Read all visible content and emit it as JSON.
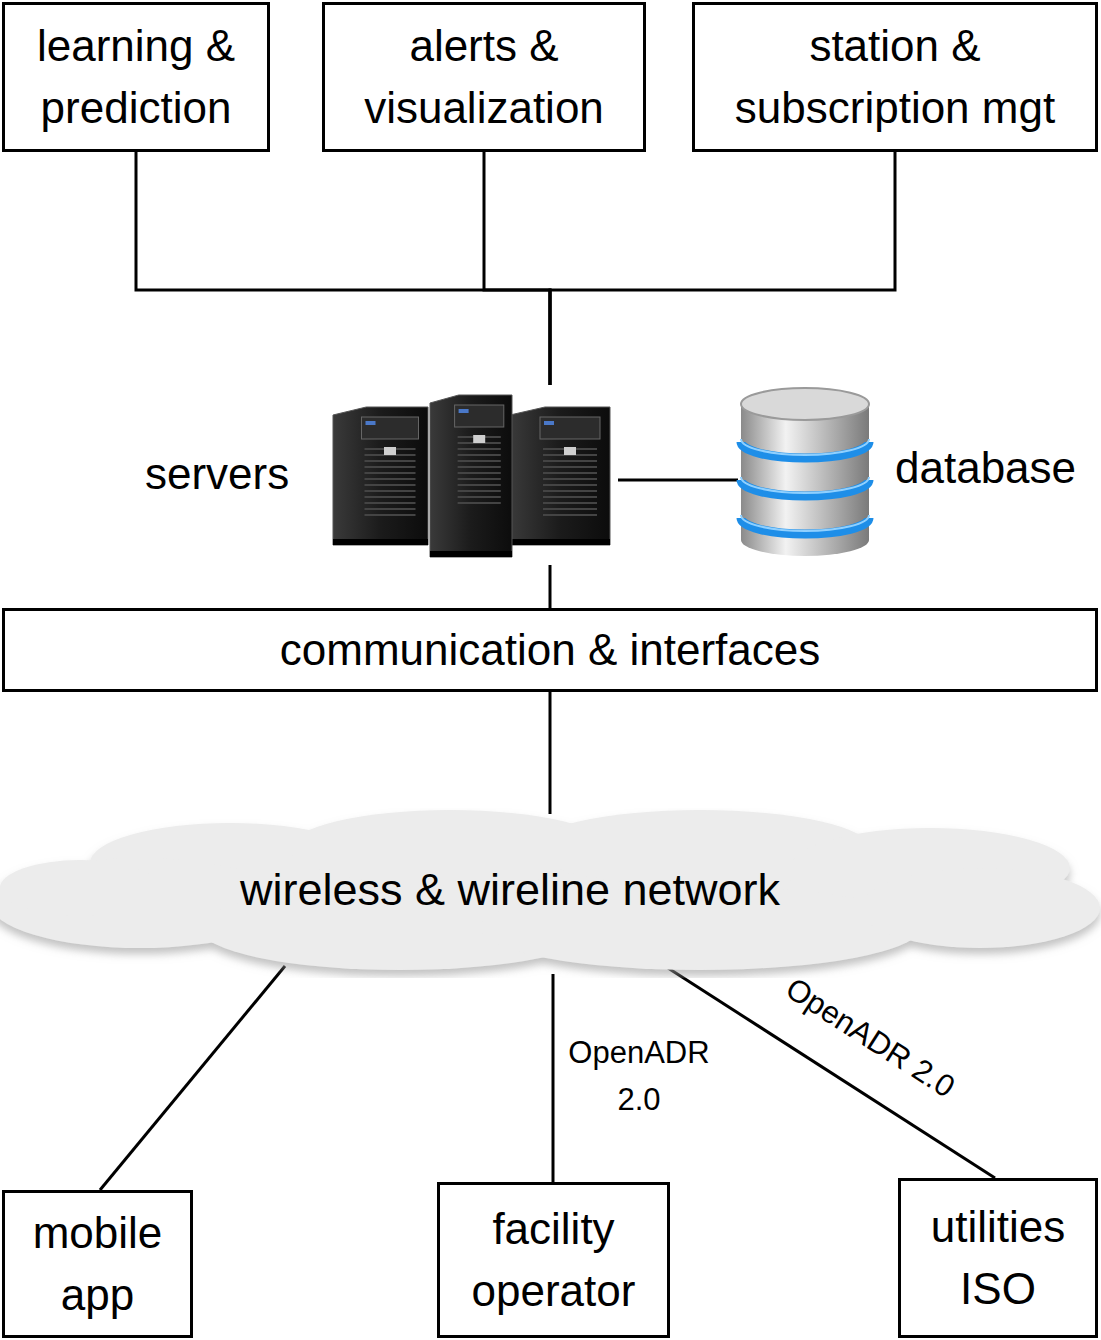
{
  "diagram": {
    "nodes": [
      {
        "text": [
          "learning & prediction"
        ]
      },
      {
        "text": [
          "alerts & visualization"
        ]
      },
      {
        "text": [
          "station & subscription mgt"
        ]
      },
      {
        "text": [
          "servers"
        ]
      },
      {
        "text": [
          "database"
        ]
      },
      {
        "text": [
          "communication & interfaces"
        ]
      },
      {
        "text": [
          "wireless & wireline network"
        ]
      },
      {
        "text": [
          "mobile app"
        ]
      },
      {
        "text": [
          "facility operator"
        ]
      },
      {
        "text": [
          "utilities ISO"
        ]
      }
    ],
    "edges": [
      {
        "from": 0,
        "to": 3,
        "arrow": "none"
      },
      {
        "from": 1,
        "to": 3,
        "arrow": "none"
      },
      {
        "from": 2,
        "to": 3,
        "arrow": "none"
      },
      {
        "from": 3,
        "to": 4,
        "arrow": "none"
      },
      {
        "from": 3,
        "to": 5,
        "arrow": "none"
      },
      {
        "from": 5,
        "to": 6,
        "arrow": "none"
      },
      {
        "from": 6,
        "to": 7,
        "arrow": "none"
      },
      {
        "from": 6,
        "to": 8,
        "label": "OpenADR 2.0",
        "arrow": "none"
      },
      {
        "from": 6,
        "to": 9,
        "label": "OpenADR 2.0",
        "arrow": "none"
      }
    ]
  }
}
